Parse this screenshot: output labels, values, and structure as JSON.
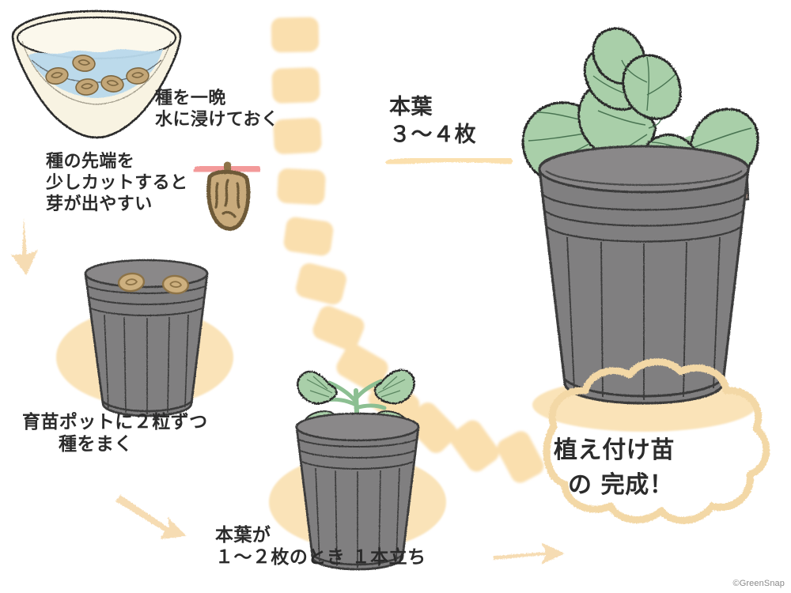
{
  "illustration": {
    "title": "Seed sowing to planting seedling guide",
    "background": "#ffffff",
    "credit": "©GreenSnap"
  },
  "palette": {
    "ink": "#2b2b2b",
    "dash_orange": "#fadfae",
    "arrow_orange": "#f8debb",
    "shadow_ellipse": "#fae3b8",
    "bubble_outline": "#f5d9a6",
    "pot_gray": "#807f80",
    "pot_gray_dark": "#6e6d6e",
    "pot_outline": "#3a3a3a",
    "soil_brown": "#b79c90",
    "soil_brown_dark": "#a08778",
    "leaf_green": "#a9cfa9",
    "leaf_outline": "#2b2b2b",
    "bowl_cream": "#f6f0de",
    "bowl_cream_light": "#fbf7e9",
    "water_blue": "#b6d7ea",
    "seed_tan": "#c7a97a",
    "seed_tan_dark": "#8d7347",
    "cut_pink": "#f39a9a",
    "underline_orange": "#fbe0ae"
  },
  "captions": [
    {
      "id": "soak-seeds",
      "lines": [
        "種を一晩",
        "水に浸けておく"
      ]
    },
    {
      "id": "cut-seed-tip",
      "lines": [
        "種の先端を",
        "少しカットすると",
        "芽が出やすい"
      ]
    },
    {
      "id": "sow-two-seeds",
      "lines": [
        "育苗ポットに２粒ずつ",
        "種をまく"
      ]
    },
    {
      "id": "thin-to-one",
      "lines": [
        "本葉が",
        "１～２枚のとき １本立ち"
      ]
    },
    {
      "id": "true-leaves-count",
      "lines": [
        "本葉",
        "３～４枚"
      ]
    },
    {
      "id": "seedling-complete",
      "lines": [
        "植え付け苗",
        "の 完成！"
      ]
    }
  ],
  "objects": [
    {
      "name": "water-bowl-with-seeds",
      "seed_count": 5,
      "description": "cream bowl with light blue water and soaking seeds"
    },
    {
      "name": "seed-closeup-with-cut",
      "description": "single brown seed with pink cut mark at tip"
    },
    {
      "name": "nursery-pot-with-seeds",
      "seed_count": 2,
      "description": "gray nursery pot, two seeds in soil"
    },
    {
      "name": "nursery-pot-with-seedling",
      "leaf_count": 2,
      "description": "gray nursery pot with small seedling, two true leaves"
    },
    {
      "name": "large-pot-with-plant",
      "leaf_count": 3,
      "description": "large gray pot with grown plant, three lobed leaves"
    },
    {
      "name": "dashed-path",
      "description": "curved dashed arrow path of rounded rectangles"
    },
    {
      "name": "speech-bubble-cloud",
      "description": "cloud shaped callout bubble"
    }
  ],
  "arrows": [
    {
      "name": "arrow-down-left",
      "direction": "down"
    },
    {
      "name": "arrow-diagonal-down-right",
      "direction": "down-right"
    },
    {
      "name": "arrow-right-to-bubble",
      "direction": "right"
    }
  ]
}
